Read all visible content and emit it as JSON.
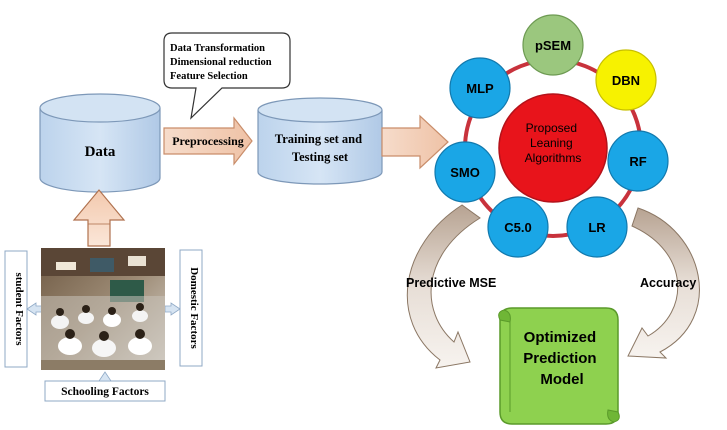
{
  "callout": {
    "lines": [
      "Data Transformation",
      "Dimensional reduction",
      "Feature Selection"
    ]
  },
  "data_cylinder": {
    "label": "Data"
  },
  "preprocessing_arrow": {
    "label": "Preprocessing"
  },
  "training_cylinder": {
    "lines": [
      "Training set and",
      "Testing set"
    ]
  },
  "center_node": {
    "lines": [
      "Proposed",
      "Leaning",
      "Algorithms"
    ],
    "color": "#e8141b"
  },
  "algorithms": [
    {
      "label": "pSEM",
      "color": "#9bc77e"
    },
    {
      "label": "DBN",
      "color": "#f7f200"
    },
    {
      "label": "RF",
      "color": "#1aa6e6"
    },
    {
      "label": "LR",
      "color": "#1aa6e6"
    },
    {
      "label": "C5.0",
      "color": "#1aa6e6"
    },
    {
      "label": "SMO",
      "color": "#1aa6e6"
    },
    {
      "label": "MLP",
      "color": "#1aa6e6"
    }
  ],
  "factors": {
    "left": "student Factors",
    "right": "Domestic Factors",
    "bottom": "Schooling Factors"
  },
  "flows": {
    "left": "Predictive MSE",
    "right": "Accuracy"
  },
  "output_box": {
    "lines": [
      "Optimized",
      "Prediction",
      "Model"
    ],
    "color": "#8ed14f"
  }
}
